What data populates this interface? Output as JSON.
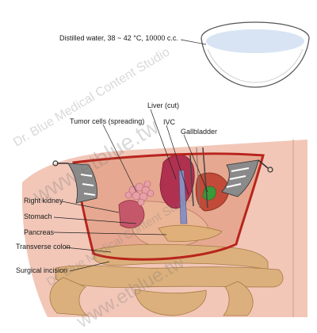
{
  "labels": {
    "distilled_water": "Distilled water, 38 ~ 42 °C, 10000 c.c.",
    "tumor_cells": "Tumor cells (spreading)",
    "liver": "Liver (cut)",
    "ivc": "IVC",
    "gallbladder": "Gallbladder",
    "right_kidney": "Right kidney",
    "stomach": "Stomach",
    "pancreas": "Pancreas",
    "transverse_colon": "Transverse colon",
    "surgical_incision": "Surgical incision"
  },
  "watermark": {
    "studio": "Dr. Blue Medical Content Studio",
    "site": "www.etblue.tw"
  },
  "colors": {
    "skin": "#f2c7b8",
    "incision": "#b8241c",
    "liver": "#b03050",
    "tumor": "#e8a0a8",
    "pancreas": "#e0b07a",
    "colon": "#dcb07c",
    "gallbladder": "#3a9a3a",
    "water": "#d8e4f4"
  }
}
